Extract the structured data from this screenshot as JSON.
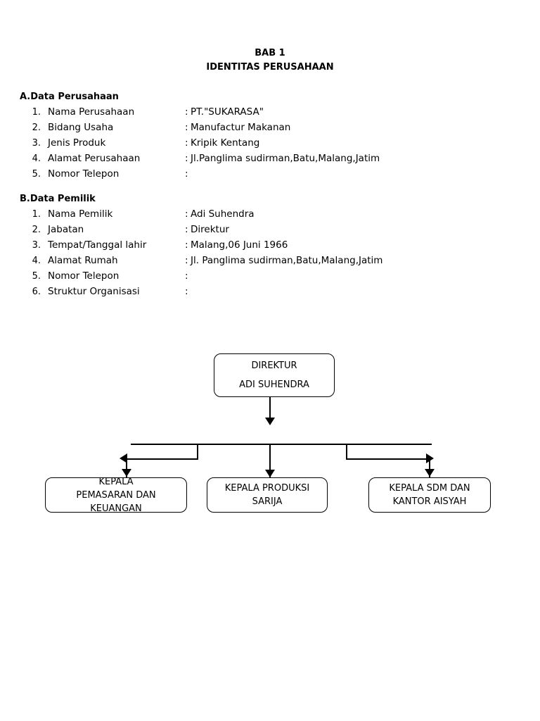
{
  "document": {
    "heading_line1": "BAB 1",
    "heading_line2": "IDENTITAS PERUSAHAAN"
  },
  "sections": [
    {
      "title": "A.Data Perusahaan",
      "rows": [
        {
          "num": "1.",
          "label": "Nama Perusahaan",
          "colon": ":",
          "value": "PT.\"SUKARASA\""
        },
        {
          "num": "2.",
          "label": "Bidang Usaha",
          "colon": ":",
          "value": "Manufactur Makanan"
        },
        {
          "num": "3.",
          "label": "Jenis Produk",
          "colon": ":",
          "value": "Kripik Kentang"
        },
        {
          "num": "4.",
          "label": "Alamat Perusahaan",
          "colon": ":",
          "value": "Jl.Panglima sudirman,Batu,Malang,Jatim"
        },
        {
          "num": "5.",
          "label": "Nomor Telepon",
          "colon": ":",
          "value": ""
        }
      ]
    },
    {
      "title": "B.Data Pemilik",
      "rows": [
        {
          "num": "1.",
          "label": "Nama Pemilik",
          "colon": ":",
          "value": "Adi Suhendra"
        },
        {
          "num": "2.",
          "label": "Jabatan",
          "colon": ":",
          "value": "Direktur"
        },
        {
          "num": "3.",
          "label": "Tempat/Tanggal lahir",
          "colon": ":",
          "value": "Malang,06 Juni 1966"
        },
        {
          "num": "4.",
          "label": "Alamat Rumah",
          "colon": ":",
          "value": "Jl. Panglima sudirman,Batu,Malang,Jatim"
        },
        {
          "num": "5.",
          "label": "Nomor Telepon",
          "colon": ":",
          "value": ""
        },
        {
          "num": "6.",
          "label": "Struktur Organisasi",
          "colon": ":",
          "value": ""
        }
      ]
    }
  ],
  "org_chart": {
    "nodes": {
      "direktur": {
        "line1": "DIREKTUR",
        "line2": "ADI SUHENDRA"
      },
      "pemasaran": {
        "line1": "KEPALA",
        "line2": "PEMASARAN DAN",
        "line3": "KEUANGAN"
      },
      "produksi": {
        "line1": "KEPALA PRODUKSI",
        "line2": "SARIJA"
      },
      "sdm": {
        "line1": "KEPALA SDM DAN",
        "line2": "KANTOR AISYAH"
      }
    }
  },
  "colors": {
    "text": "#000000",
    "background": "#ffffff",
    "line": "#000000"
  }
}
